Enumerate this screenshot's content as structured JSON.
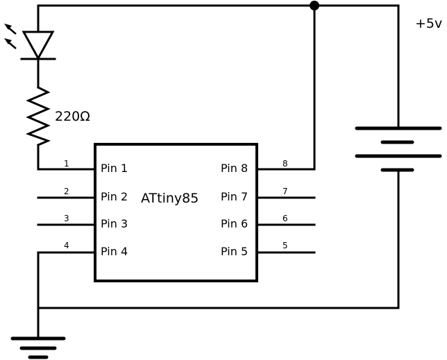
{
  "chip": {
    "name": "ATtiny85",
    "left_pins": [
      {
        "label": "Pin 1",
        "number": "1"
      },
      {
        "label": "Pin 2",
        "number": "2"
      },
      {
        "label": "Pin 3",
        "number": "3"
      },
      {
        "label": "Pin 4",
        "number": "4"
      }
    ],
    "right_pins": [
      {
        "label": "Pin 8",
        "number": "8"
      },
      {
        "label": "Pin 7",
        "number": "7"
      },
      {
        "label": "Pin 6",
        "number": "6"
      },
      {
        "label": "Pin 5",
        "number": "5"
      }
    ]
  },
  "resistor": {
    "value": "220Ω"
  },
  "supply": {
    "label": "+5v"
  },
  "colors": {
    "ink": "#000000",
    "background": "#ffffff"
  },
  "icons": [
    "led-icon",
    "resistor-icon",
    "battery-icon",
    "ground-icon",
    "junction-dot-icon"
  ]
}
